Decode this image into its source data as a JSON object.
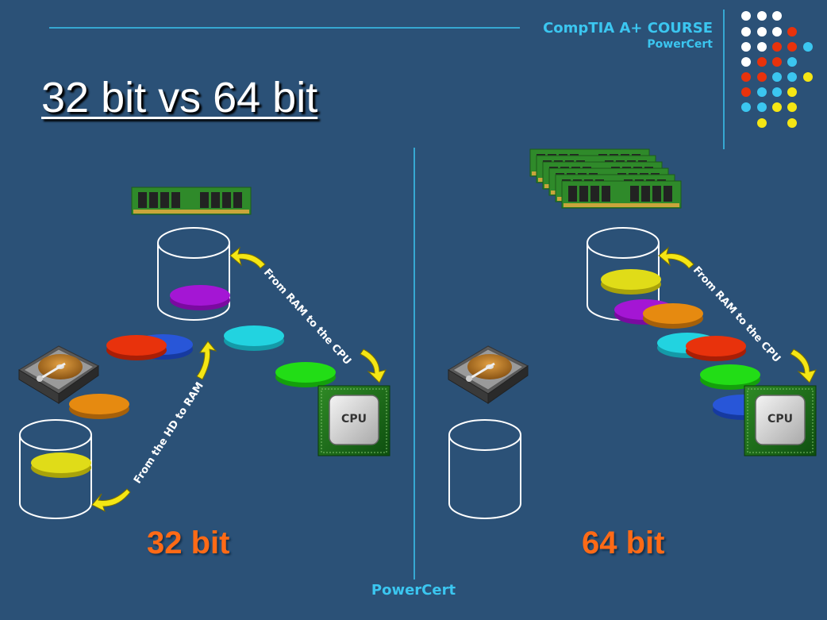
{
  "header": {
    "course_title": "CompTIA A+ COURSE",
    "brand": "PowerCert"
  },
  "slide_title": "32 bit vs 64 bit",
  "left_panel": {
    "label": "32 bit",
    "arrow_hd_to_ram": "From the HD to RAM",
    "arrow_ram_to_cpu": "From RAM to the CPU",
    "cpu_label": "CPU"
  },
  "right_panel": {
    "label": "64 bit",
    "arrow_ram_to_cpu": "From RAM to the CPU",
    "cpu_label": "CPU"
  },
  "footer": {
    "brand": "PowerCert"
  },
  "colors": {
    "background": "#2b5177",
    "accent_blue": "#3bc6f0",
    "label_orange": "#ff6a16",
    "arrow_yellow": "#f5e614",
    "disc_red": "#e8320c",
    "disc_blue": "#2856d8",
    "disc_cyan": "#22d3e0",
    "disc_green": "#22dd16",
    "disc_orange": "#e68a10",
    "disc_yellow": "#e0dc18",
    "disc_purple": "#a416d4"
  },
  "icons": [
    "ram-module-icon",
    "hard-drive-icon",
    "cpu-chip-icon",
    "curved-arrow-icon"
  ]
}
